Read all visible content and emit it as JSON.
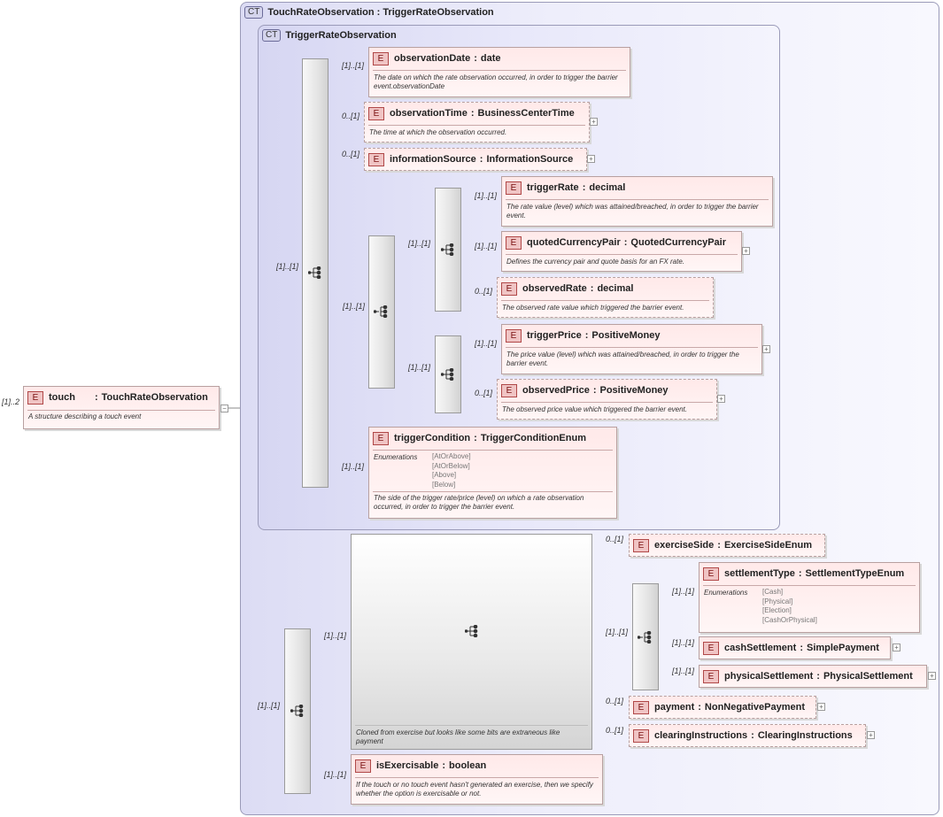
{
  "root": {
    "cardinality": "[1]..2",
    "name": "touch",
    "type": "TouchRateObservation",
    "doc": "A structure describing a touch event",
    "badge": "E",
    "collapse_symbol": "−"
  },
  "outer_type": {
    "badge": "CT",
    "title": "TouchRateObservation : TriggerRateObservation"
  },
  "inner_type": {
    "badge": "CT",
    "title": "TriggerRateObservation"
  },
  "elements": [
    {
      "badge": "E",
      "name": "observationDate",
      "type": "date",
      "card": "[1]..[1]",
      "doc": "The date on which the rate observation occurred, in order to trigger the barrier event.observationDate"
    },
    {
      "badge": "E",
      "name": "observationTime",
      "type": "BusinessCenterTime",
      "card": "0..[1]",
      "doc": "The time at which the observation occurred.",
      "expand": "+"
    },
    {
      "badge": "E",
      "name": "informationSource",
      "type": "InformationSource",
      "card": "0..[1]",
      "doc": "",
      "expand": "+"
    },
    {
      "badge": "E",
      "name": "triggerRate",
      "type": "decimal",
      "card": "[1]..[1]",
      "doc": "The rate value (level) which was attained/breached, in order to trigger the barrier event."
    },
    {
      "badge": "E",
      "name": "quotedCurrencyPair",
      "type": "QuotedCurrencyPair",
      "card": "[1]..[1]",
      "doc": "Defines the currency pair and quote basis for an FX rate.",
      "expand": "+"
    },
    {
      "badge": "E",
      "name": "observedRate",
      "type": "decimal",
      "card": "0..[1]",
      "doc": "The observed rate value which triggered the barrier event."
    },
    {
      "badge": "E",
      "name": "triggerPrice",
      "type": "PositiveMoney",
      "card": "[1]..[1]",
      "doc": "The price value (level) which was attained/breached, in order to trigger the barrier event.",
      "expand": "+"
    },
    {
      "badge": "E",
      "name": "observedPrice",
      "type": "PositiveMoney",
      "card": "0..[1]",
      "doc": "The observed price value which triggered the barrier event.",
      "expand": "+"
    },
    {
      "badge": "E",
      "name": "triggerCondition",
      "type": "TriggerConditionEnum",
      "card": "[1]..[1]",
      "enum_label": "Enumerations",
      "enums": [
        "[AtOrAbove]",
        "[AtOrBelow]",
        "[Above]",
        "[Below]"
      ],
      "doc": "The side of the trigger rate/price (level) on which a rate observation occurred, in order to trigger the barrier event."
    },
    {
      "badge": "E",
      "name": "exerciseSide",
      "type": "ExerciseSideEnum",
      "card": "0..[1]",
      "doc": ""
    },
    {
      "badge": "E",
      "name": "settlementType",
      "type": "SettlementTypeEnum",
      "card": "[1]..[1]",
      "enum_label": "Enumerations",
      "enums": [
        "[Cash]",
        "[Physical]",
        "[Election]",
        "[CashOrPhysical]"
      ],
      "doc": ""
    },
    {
      "badge": "E",
      "name": "cashSettlement",
      "type": "SimplePayment",
      "card": "[1]..[1]",
      "doc": "",
      "expand": "+"
    },
    {
      "badge": "E",
      "name": "physicalSettlement",
      "type": "PhysicalSettlement",
      "card": "[1]..[1]",
      "doc": "",
      "expand": "+"
    },
    {
      "badge": "E",
      "name": "payment",
      "type": "NonNegativePayment",
      "card": "0..[1]",
      "doc": "",
      "expand": "+"
    },
    {
      "badge": "E",
      "name": "clearingInstructions",
      "type": "ClearingInstructions",
      "card": "0..[1]",
      "doc": "",
      "expand": "+"
    },
    {
      "badge": "E",
      "name": "isExercisable",
      "type": "boolean",
      "card": "[1]..[1]",
      "doc": "If the touch or no touch event hasn't generated an exercise, then we specify whether the option is exercisable or not."
    }
  ],
  "groups": {
    "seq_main_card": "[1]..[1]",
    "choice_card": "[1]..[1]",
    "seq_rate_card": "[1]..[1]",
    "seq_price_card": "[1]..[1]",
    "seq_lower_card": "[1]..[1]",
    "clone_card": "[1]..[1]",
    "clone_inner_card": "[1]..[1]",
    "clone_doc": "Cloned from exercise but looks like some bits are extraneous like payment"
  }
}
